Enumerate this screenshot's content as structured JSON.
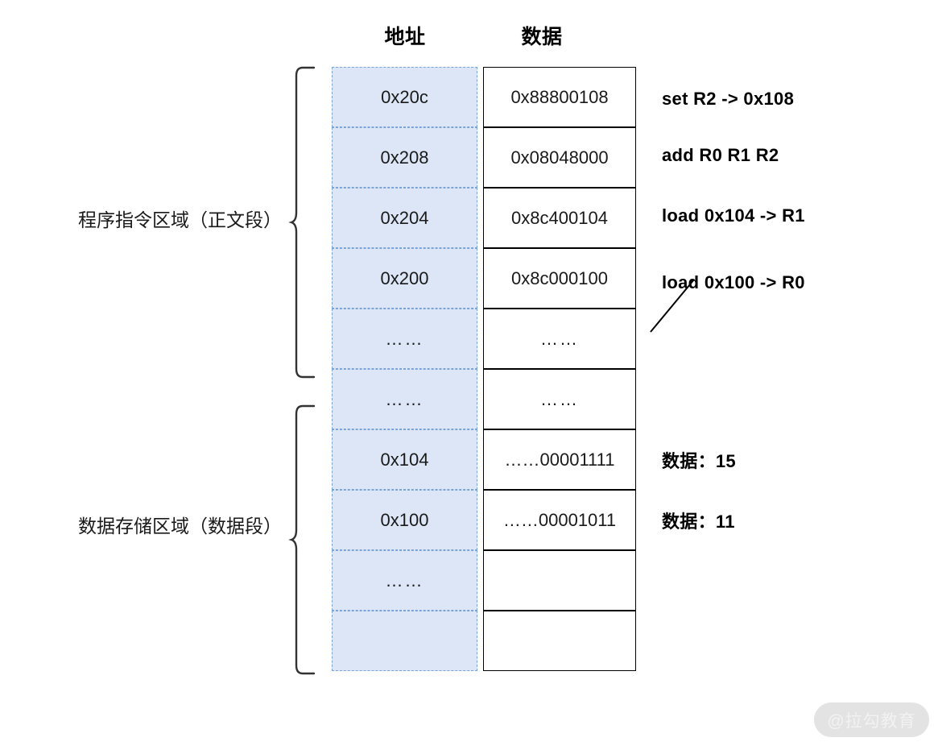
{
  "headers": {
    "address": "地址",
    "data": "数据"
  },
  "sections": [
    {
      "id": "text-segment",
      "label": "程序指令区域（正文段）"
    },
    {
      "id": "data-segment",
      "label": "数据存储区域（数据段）"
    }
  ],
  "rows": [
    {
      "address": "0x20c",
      "data": "0x88800108"
    },
    {
      "address": "0x208",
      "data": "0x08048000"
    },
    {
      "address": "0x204",
      "data": "0x8c400104"
    },
    {
      "address": "0x200",
      "data": "0x8c000100"
    },
    {
      "address": "……",
      "data": "……"
    },
    {
      "address": "……",
      "data": "……"
    },
    {
      "address": "0x104",
      "data": "……00001111"
    },
    {
      "address": "0x100",
      "data": "……00001011"
    },
    {
      "address": "……",
      "data": ""
    },
    {
      "address": "",
      "data": ""
    }
  ],
  "annotations": [
    "set R2 -> 0x108",
    "add R0 R1 R2",
    "load 0x104 -> R1",
    "load 0x100 -> R0",
    "数据：15",
    "数据：11"
  ],
  "watermark": "@拉勾教育",
  "colors": {
    "address_fill": "#dce6f6",
    "address_border": "#7ba4d6",
    "data_border": "#000000",
    "background": "#ffffff",
    "text": "#1a1a1a",
    "watermark_pill": "#e3e3e3",
    "watermark_text": "#f2f2f2"
  }
}
